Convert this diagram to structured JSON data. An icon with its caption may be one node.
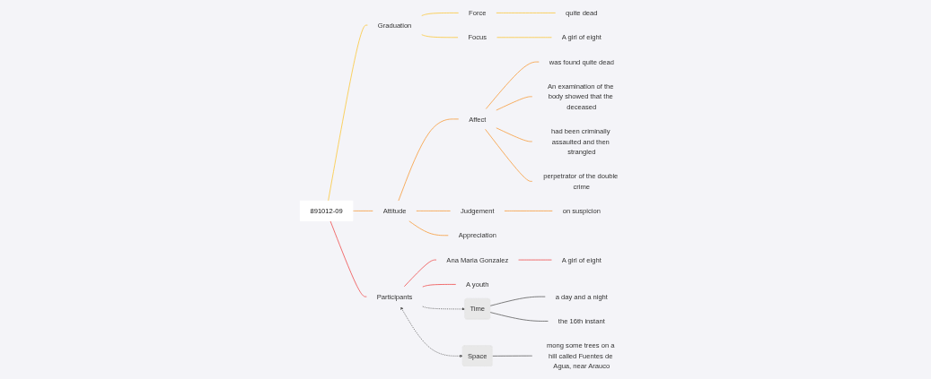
{
  "diagram": {
    "nodes": [
      {
        "text": [
          "891012-09"
        ]
      },
      {
        "text": [
          "Graduation"
        ]
      },
      {
        "text": [
          "Force"
        ]
      },
      {
        "text": [
          "quite dead"
        ]
      },
      {
        "text": [
          "Focus"
        ]
      },
      {
        "text": [
          "A girl of eight"
        ]
      },
      {
        "text": [
          "Attitude"
        ]
      },
      {
        "text": [
          "Affect"
        ]
      },
      {
        "text": [
          "was found quite dead"
        ]
      },
      {
        "text": [
          "An examination of the body showed that the deceased"
        ]
      },
      {
        "text": [
          "had been criminally assaulted and then strangled"
        ]
      },
      {
        "text": [
          "perpetrator of the double crime"
        ]
      },
      {
        "text": [
          "Judgement"
        ]
      },
      {
        "text": [
          "on suspicion"
        ]
      },
      {
        "text": [
          "Appreciation"
        ]
      },
      {
        "text": [
          "Participants"
        ]
      },
      {
        "text": [
          "Ana Maria Gonzalez"
        ]
      },
      {
        "text": [
          "A girl of eight"
        ]
      },
      {
        "text": [
          "A youth"
        ]
      },
      {
        "text": [
          "Time"
        ]
      },
      {
        "text": [
          "a day and a night"
        ]
      },
      {
        "text": [
          "the 16th instant"
        ]
      },
      {
        "text": [
          "Space"
        ]
      },
      {
        "text": [
          "mong some trees on a hill called Fuentes de Agua, near Arauco"
        ]
      }
    ],
    "edges": [
      {
        "from": 0,
        "to": 1,
        "arrow": "none",
        "color": "#fbc531"
      },
      {
        "from": 1,
        "to": 2,
        "arrow": "none",
        "color": "#fbc531"
      },
      {
        "from": 2,
        "to": 3,
        "arrow": "none",
        "color": "#fbc531"
      },
      {
        "from": 1,
        "to": 4,
        "arrow": "none",
        "color": "#fbc531"
      },
      {
        "from": 4,
        "to": 5,
        "arrow": "none",
        "color": "#fbc531"
      },
      {
        "from": 0,
        "to": 6,
        "arrow": "none"
      },
      {
        "from": 6,
        "to": 7,
        "arrow": "none"
      },
      {
        "from": 7,
        "to": 8,
        "arrow": "none"
      },
      {
        "from": 7,
        "to": 9,
        "arrow": "none"
      },
      {
        "from": 7,
        "to": 10,
        "arrow": "none"
      },
      {
        "from": 7,
        "to": 11,
        "arrow": "none"
      },
      {
        "from": 6,
        "to": 12,
        "arrow": "none"
      },
      {
        "from": 12,
        "to": 13,
        "arrow": "none"
      },
      {
        "from": 6,
        "to": 14,
        "arrow": "none"
      },
      {
        "from": 0,
        "to": 15,
        "arrow": "none",
        "color": "#ef4444"
      },
      {
        "from": 15,
        "to": 16,
        "arrow": "none",
        "color": "#ef4444"
      },
      {
        "from": 16,
        "to": 17,
        "arrow": "none",
        "color": "#ef4444"
      },
      {
        "from": 15,
        "to": 18,
        "arrow": "none",
        "color": "#ef4444"
      },
      {
        "from": 15,
        "to": 19,
        "arrow": "to",
        "style": "dashed",
        "color": "#555555"
      },
      {
        "from": 19,
        "to": 20,
        "arrow": "none",
        "color": "#555555"
      },
      {
        "from": 19,
        "to": 21,
        "arrow": "none",
        "color": "#555555"
      },
      {
        "from": 15,
        "to": 22,
        "arrow": "both",
        "style": "dashed",
        "color": "#555555"
      },
      {
        "from": 22,
        "to": 23,
        "arrow": "none",
        "color": "#555555"
      }
    ]
  }
}
